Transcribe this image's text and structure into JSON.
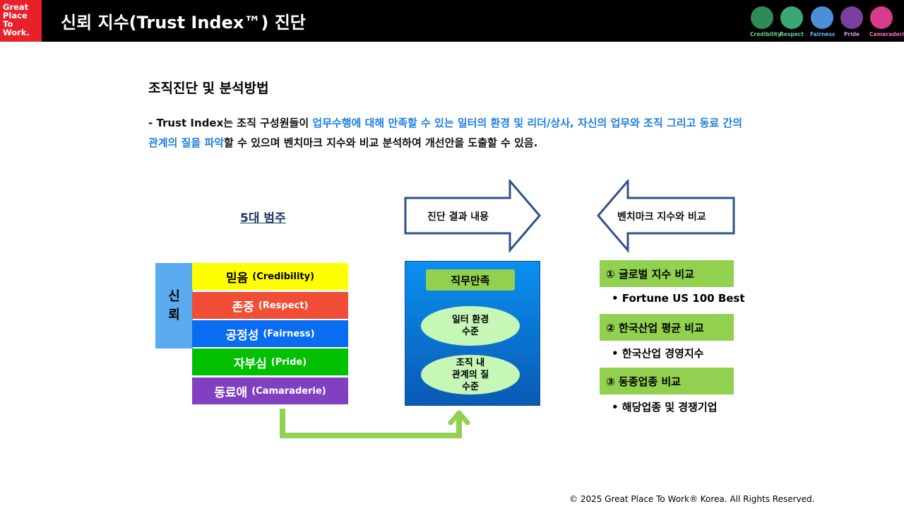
{
  "header": {
    "logo_lines": [
      "Great",
      "Place",
      "To",
      "Work."
    ],
    "title": "신뢰 지수(Trust Index™) 진단",
    "values": [
      {
        "label": "Credibility",
        "color": "#2e8b57"
      },
      {
        "label": "Respect",
        "color": "#3aa776"
      },
      {
        "label": "Fairness",
        "color": "#4a8fd8"
      },
      {
        "label": "Pride",
        "color": "#7b3fa0"
      },
      {
        "label": "Camaraderie",
        "color": "#d83a8c"
      }
    ]
  },
  "section_title": "조직진단 및 분석방법",
  "description": {
    "p1": "- Trust Index는 조직 구성원들이 ",
    "h1": "업무수행에 대해 만족할 수 있는 일터의 환경 및 리더/상사, 자신의 업무와 조직 그리고 동료 간의 관계의 질을 파악",
    "p2": "할 수 있으며 벤치마크 지수와 비교 분석하여 개선안을 도출할 수 있음."
  },
  "categories": {
    "title": "5대 범주",
    "trust_label": [
      "신",
      "뢰"
    ],
    "items": [
      {
        "ko": "믿음",
        "en": "(Credibility)",
        "bg": "#ffff00",
        "fg": "#000000"
      },
      {
        "ko": "존중",
        "en": "(Respect)",
        "bg": "#f04e37",
        "fg": "#ffffff"
      },
      {
        "ko": "공정성",
        "en": "(Fairness)",
        "bg": "#0a6cf0",
        "fg": "#ffffff"
      },
      {
        "ko": "자부심",
        "en": "(Pride)",
        "bg": "#00c000",
        "fg": "#ffffff"
      },
      {
        "ko": "동료애",
        "en": "(Camaraderie)",
        "bg": "#8040c0",
        "fg": "#ffffff"
      }
    ]
  },
  "result": {
    "arrow_label": "진단 결과 내용",
    "job_satisfaction": "직무만족",
    "oval1": [
      "일터 환경",
      "수준"
    ],
    "oval2": [
      "조직 내",
      "관계의 질",
      "수준"
    ]
  },
  "benchmark": {
    "arrow_label": "벤치마크 지수와 비교",
    "items": [
      {
        "label": "① 글로벌 지수 비교",
        "bullet": "• Fortune US 100 Best"
      },
      {
        "label": "② 한국산업 평균 비교",
        "bullet": "• 한국산업 경영지수"
      },
      {
        "label": "③ 동종업종 비교",
        "bullet": "• 해당업종 및 경쟁기업"
      }
    ]
  },
  "copyright": "© 2025 Great Place To Work® Korea. All Rights Reserved."
}
